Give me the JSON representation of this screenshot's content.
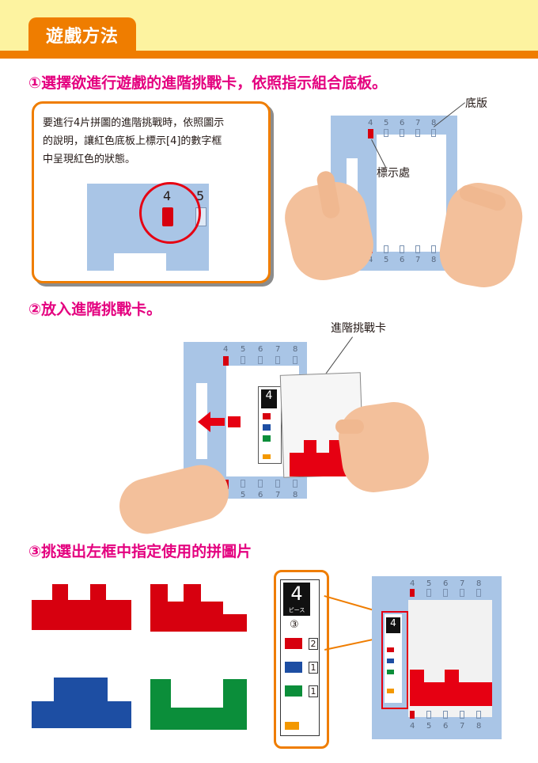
{
  "header": {
    "title": "遊戲方法"
  },
  "step1": {
    "heading": "①選擇欲進行遊戲的進階挑戰卡，依照指示組合底板。",
    "callout_base": "底版",
    "callout_marker": "標示處",
    "info_lines": [
      "要進行4片拼圖的進階挑戰時，依照圖示",
      "的說明，讓紅色底板上標示[4]的數字框",
      "中呈現紅色的狀態。"
    ],
    "zoom_numbers": [
      "4",
      "5"
    ]
  },
  "step2": {
    "heading": "②放入進階挑戰卡。",
    "callout_card": "進階挑戰卡"
  },
  "step3": {
    "heading": "③挑選出左框中指定使用的拼圖片"
  },
  "board_numbers": [
    "4",
    "5",
    "6",
    "7",
    "8"
  ],
  "card": {
    "level": "4",
    "level_caption": "ピース",
    "count": "③",
    "rows": [
      {
        "color": "#d7000f",
        "qty": "2"
      },
      {
        "color": "#1d4ea3",
        "qty": "1"
      },
      {
        "color": "#0b8e3a",
        "qty": "1"
      }
    ]
  },
  "colors": {
    "accent": "#ef7d00",
    "heading": "#e4007f",
    "board": "#a9c5e6",
    "red": "#d7000f",
    "blue": "#1d4ea3",
    "green": "#0b8e3a",
    "yellow": "#fdf3a0"
  }
}
